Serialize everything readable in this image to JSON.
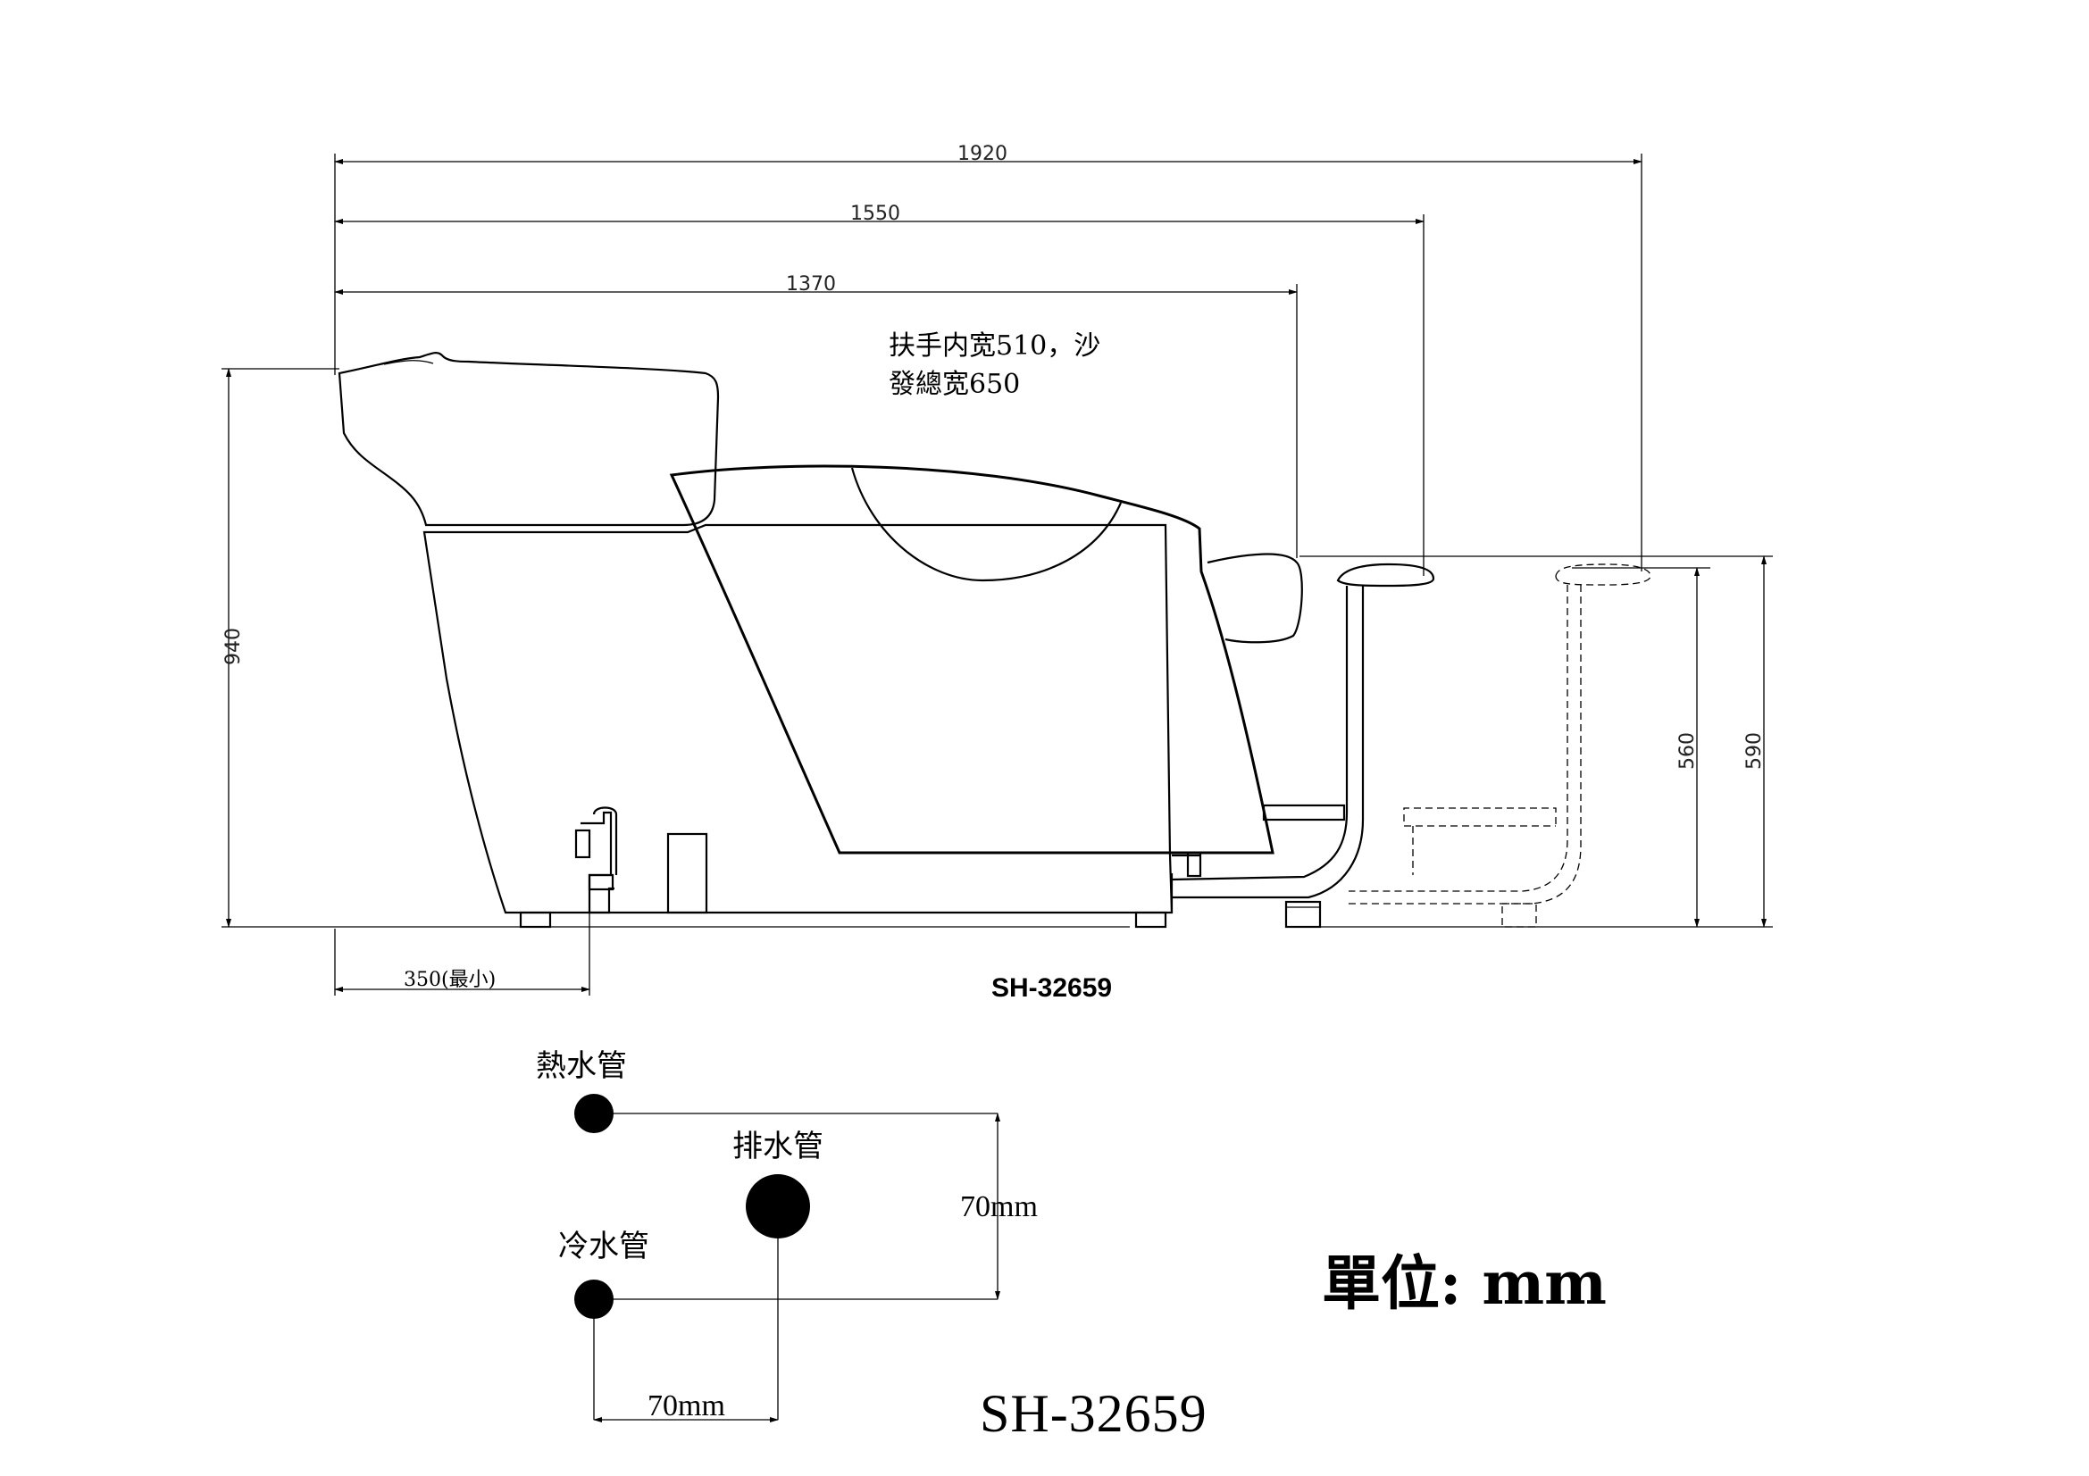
{
  "dimensions": {
    "overall_length": "1920",
    "length_to_footrest": "1550",
    "length_to_chair": "1370",
    "height": "940",
    "footrest_height": "560",
    "footrest_top_height": "590",
    "drain_offset": "350(最小)"
  },
  "notes": {
    "armrest_line1": "扶手内宽510，沙",
    "armrest_line2": "發總宽650"
  },
  "model_label_top": "SH-32659",
  "pipes": {
    "hot": "熱水管",
    "drain": "排水管",
    "cold": "冷水管",
    "vertical_spacing": "70mm",
    "horizontal_spacing": "70mm"
  },
  "unit_label": "單位: mm",
  "model_label_bottom": "SH-32659"
}
